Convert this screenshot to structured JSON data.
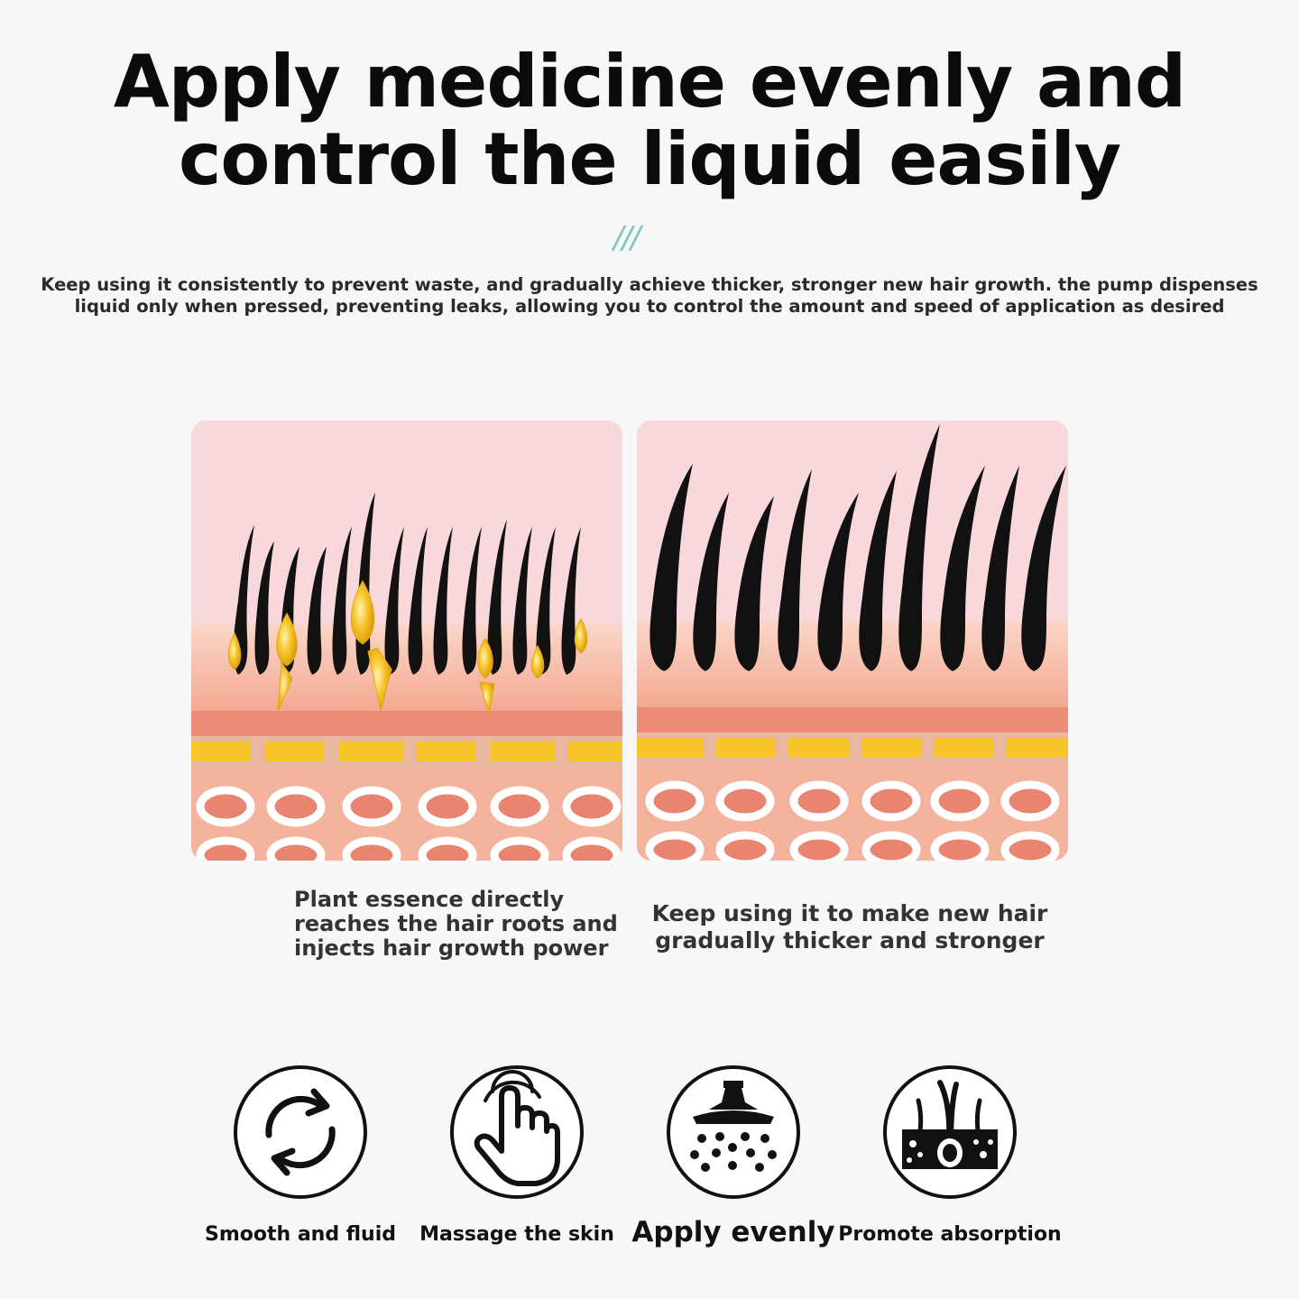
{
  "headline": {
    "line1": "Apply medicine evenly and",
    "line2": "control the liquid easily"
  },
  "divider_text": "///",
  "intro_text": "Keep using it consistently to prevent waste, and gradually achieve thicker, stronger new hair growth. the pump dispenses liquid only when pressed, preventing leaks, allowing you to control the amount and speed of application as desired",
  "colors": {
    "accent_teal": "#7fc6c1",
    "skin_pink": "#f9d8dc",
    "skin_peach": "#f3a98e",
    "fat_yellow": "#f7c52a",
    "essence_gold": "#f2b51c",
    "hair_black": "#111111"
  },
  "panels": {
    "left": {
      "caption": "Plant essence directly reaches the hair roots and injects hair growth power"
    },
    "right": {
      "caption": "Keep using it to make new hair gradually thicker and stronger"
    }
  },
  "features": [
    {
      "icon": "refresh-cycle-icon",
      "label": "Smooth and fluid"
    },
    {
      "icon": "pointing-hand-icon",
      "label": "Massage the skin"
    },
    {
      "icon": "shower-head-icon",
      "label": "Apply evenly"
    },
    {
      "icon": "hair-follicle-icon",
      "label": "Promote absorption"
    }
  ]
}
